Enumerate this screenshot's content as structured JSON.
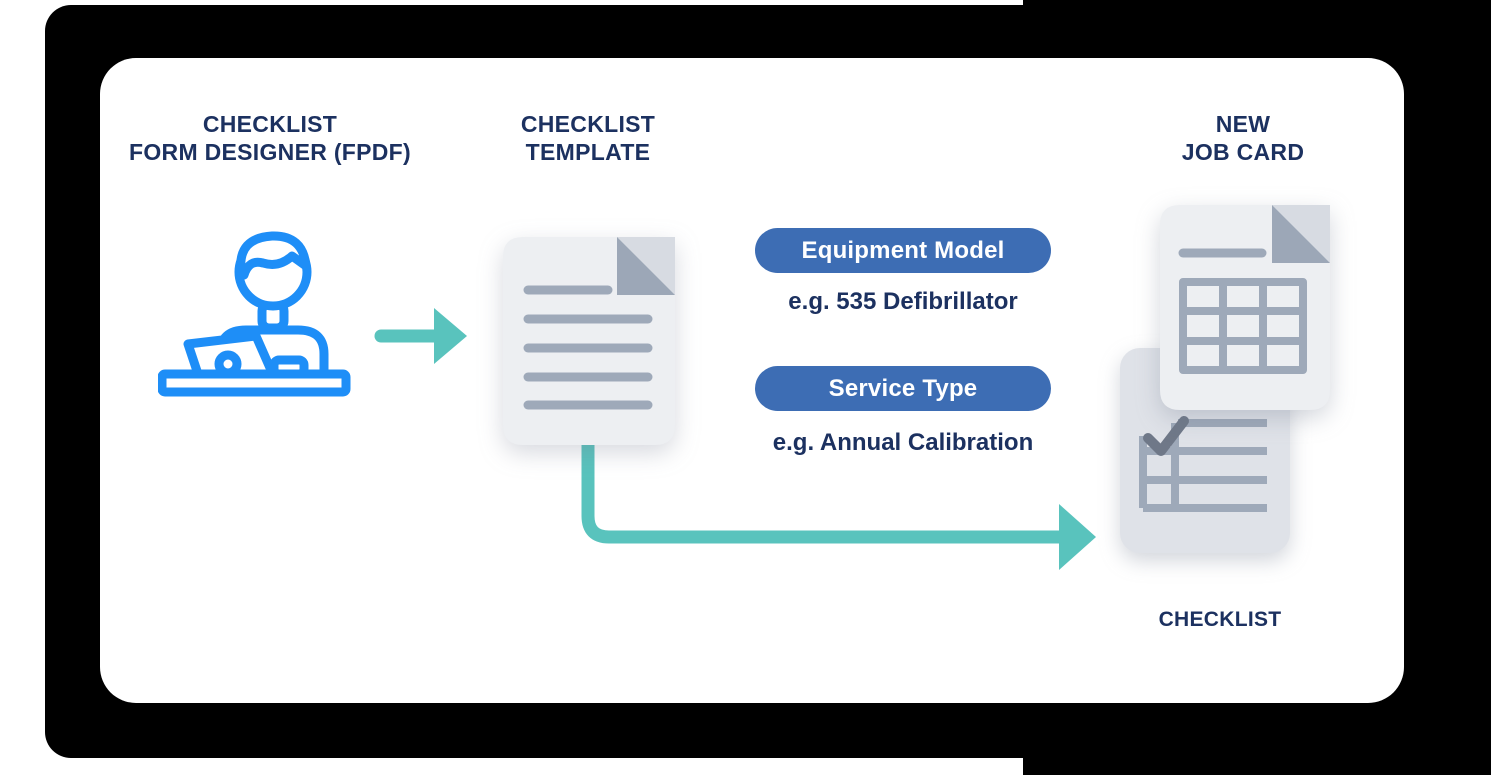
{
  "diagram": {
    "labels": [
      {
        "line1": "CHECKLIST",
        "line2": "FORM DESIGNER (FPDF)"
      },
      {
        "line1": "CHECKLIST",
        "line2": "TEMPLATE"
      },
      {
        "line1": "NEW",
        "line2": "JOB CARD"
      }
    ],
    "pills": [
      {
        "label": "Equipment Model",
        "example": "e.g. 535 Defibrillator"
      },
      {
        "label": "Service Type",
        "example": "e.g. Annual Calibration"
      }
    ],
    "caption": "CHECKLIST",
    "colors": {
      "panel": "#000000",
      "card": "#FFFFFF",
      "navy": "#1C3160",
      "pill": "#3D6DB4",
      "teal": "#59C3BD",
      "icon_blue": "#1E8EF7",
      "doc_fill": "#EDEFF2",
      "doc_fill_back": "#DFE2E8",
      "doc_line": "#9EA9B9",
      "fold_light": "#D7DBE2",
      "fold_dark": "#9CA7B7",
      "check": "#6F7888"
    }
  }
}
